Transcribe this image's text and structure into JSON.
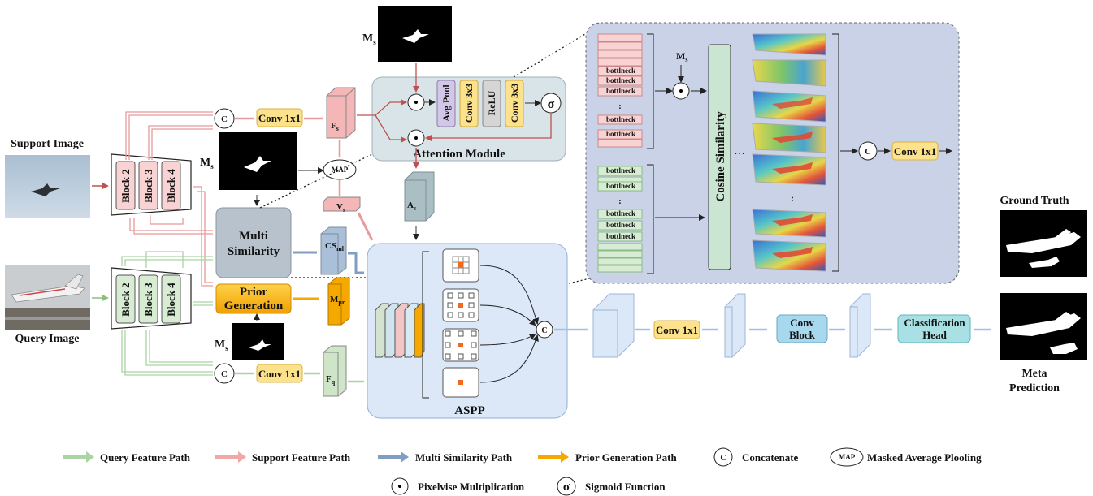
{
  "images": {
    "support_label": "Support Image",
    "query_label": "Query Image",
    "ground_truth_label": "Ground Truth",
    "meta_label": "Meta",
    "prediction_label": "Prediction"
  },
  "encoder": {
    "support_blocks": [
      "Block 2",
      "Block 3",
      "Block 4"
    ],
    "query_blocks": [
      "Block 2",
      "Block 3",
      "Block 4"
    ]
  },
  "mask_label": "M",
  "mask_sub": "s",
  "conv1x1": "Conv 1x1",
  "concat_symbol": "C",
  "map_label": "MAP",
  "features": {
    "fs": "F",
    "fs_sub": "s",
    "fq": "F",
    "fq_sub": "q",
    "vs": "V",
    "vs_sub": "s",
    "as": "A",
    "as_sub": "s",
    "csml": "CS",
    "csml_sub": "ml",
    "mpr": "M",
    "mpr_sub": "pr"
  },
  "attention": {
    "title": "Attention Module",
    "ops": [
      "Avg Pool",
      "Conv 3x3",
      "ReLU",
      "Conv 3x3"
    ],
    "sigma": "σ"
  },
  "multi_similarity": {
    "line1": "Multi",
    "line2": "Similarity"
  },
  "prior_generation": {
    "line1": "Prior",
    "line2": "Generation"
  },
  "aspp": {
    "title": "ASPP"
  },
  "detail": {
    "bottleneck": "bottlneck",
    "cosine": "Cosine Similarity",
    "vdots": ":",
    "dots": ". . ."
  },
  "head": {
    "conv1x1": "Conv 1x1",
    "conv_block_1": "Conv",
    "conv_block_2": "Block",
    "cls_1": "Classification",
    "cls_2": "Head"
  },
  "legend": {
    "query_path": "Query Feature Path",
    "support_path": "Support Feature Path",
    "multi_path": "Multi Similarity Path",
    "prior_path": "Prior Generation Path",
    "concatenate": "Concatenate",
    "map": "Masked Average Plooling",
    "pixelwise": "Pixelvise Multiplication",
    "sigmoid": "Sigmoid Function"
  },
  "colors": {
    "support": "#f2a7a7",
    "query": "#a9d5a2",
    "multi": "#7f9ec2",
    "prior": "#f5a800",
    "yellow_box": "#fde28c",
    "attention_bg": "#d9e4e8",
    "aspp_bg": "#dce8f8",
    "detail_bg": "#c9d2e6",
    "cls_head": "#a8e0e3"
  }
}
